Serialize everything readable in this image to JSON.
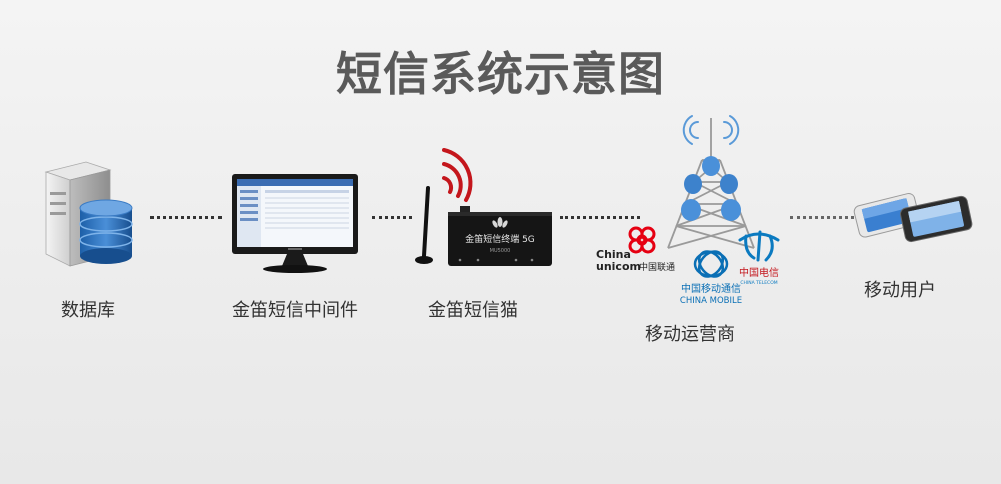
{
  "title": "短信系统示意图",
  "nodes": {
    "database": {
      "label": "数据库"
    },
    "middleware": {
      "label": "金笛短信中间件"
    },
    "modem": {
      "label": "金笛短信猫",
      "device_name": "金笛短信终端 5G",
      "device_model": "MU5000"
    },
    "operators": {
      "label": "移动运营商",
      "unicom_en_top": "China",
      "unicom_en_bottom": "unicom",
      "unicom_cn": "中国联通",
      "mobile_cn": "中国移动通信",
      "mobile_en": "CHINA MOBILE",
      "telecom_cn": "中国电信",
      "telecom_en": "CHINA TELECOM"
    },
    "users": {
      "label": "移动用户"
    }
  },
  "colors": {
    "title": "#5a5a5a",
    "signal_red": "#c4161c",
    "unicom_red": "#e60012",
    "mobile_blue": "#0a6fb5",
    "telecom_blue": "#0b7ac0"
  }
}
